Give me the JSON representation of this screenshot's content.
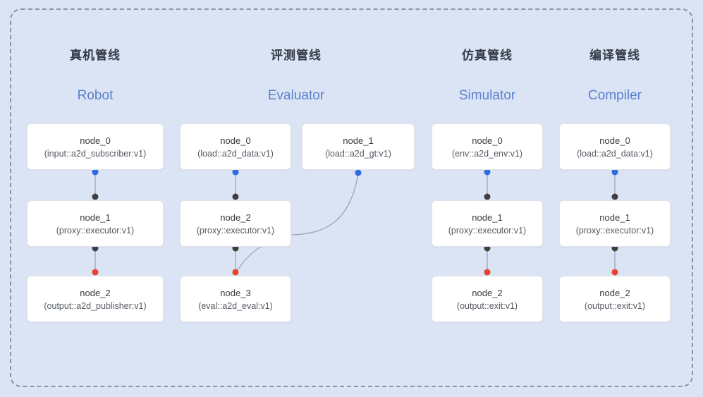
{
  "diagram_title": "pipeline-overview",
  "colors": {
    "background": "#dbe4f5",
    "frame_dash": "#8b94a6",
    "edge_line": "#9aa5ba",
    "blue_dot": "#2f6be3",
    "dark_dot": "#3f3f3f",
    "red_dot": "#e8432c",
    "accent_blue": "#5b80cc",
    "title_dark": "#333946"
  },
  "pipelines": [
    {
      "title_zh": "真机管线",
      "title_en": "Robot",
      "nodes": [
        {
          "name": "node_0",
          "type": "(input::a2d_subscriber:v1)"
        },
        {
          "name": "node_1",
          "type": "(proxy::executor:v1)"
        },
        {
          "name": "node_2",
          "type": "(output::a2d_publisher:v1)"
        }
      ]
    },
    {
      "title_zh": "评测管线",
      "title_en": "Evaluator",
      "nodes": [
        {
          "name": "node_0",
          "type": "(load::a2d_data:v1)"
        },
        {
          "name": "node_1",
          "type": "(load::a2d_gt:v1)"
        },
        {
          "name": "node_2",
          "type": "(proxy::executor:v1)"
        },
        {
          "name": "node_3",
          "type": "(eval::a2d_eval:v1)"
        }
      ]
    },
    {
      "title_zh": "仿真管线",
      "title_en": "Simulator",
      "nodes": [
        {
          "name": "node_0",
          "type": "(env::a2d_env:v1)"
        },
        {
          "name": "node_1",
          "type": "(proxy::executor:v1)"
        },
        {
          "name": "node_2",
          "type": "(output::exit:v1)"
        }
      ]
    },
    {
      "title_zh": "编译管线",
      "title_en": "Compiler",
      "nodes": [
        {
          "name": "node_0",
          "type": "(load::a2d_data:v1)"
        },
        {
          "name": "node_1",
          "type": "(proxy::executor:v1)"
        },
        {
          "name": "node_2",
          "type": "(output::exit:v1)"
        }
      ]
    }
  ]
}
